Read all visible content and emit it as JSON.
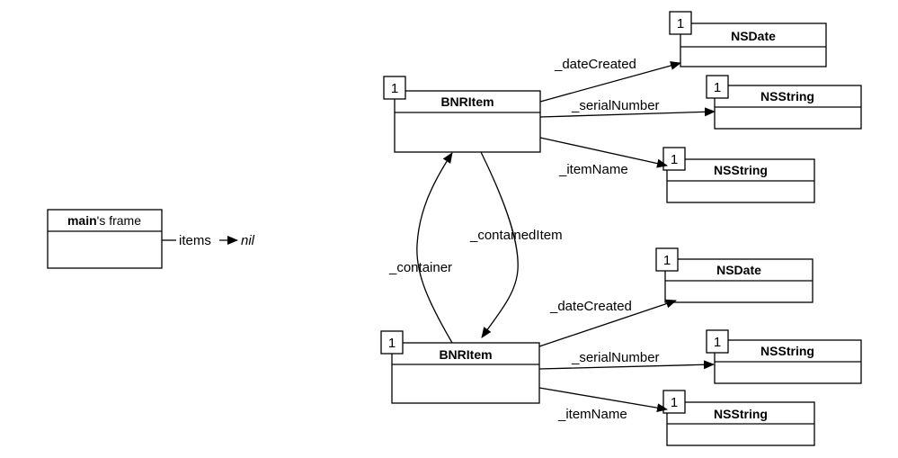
{
  "main_frame": {
    "title_bold": "main",
    "title_rest": "'s frame",
    "items_label": "items",
    "items_value": "nil"
  },
  "item_top": {
    "count": "1",
    "title": "BNRItem",
    "date_created": {
      "label": "_dateCreated",
      "count": "1",
      "title": "NSDate"
    },
    "serial_number": {
      "label": "_serialNumber",
      "count": "1",
      "title": "NSString"
    },
    "item_name": {
      "label": "_itemName",
      "count": "1",
      "title": "NSString"
    }
  },
  "item_bottom": {
    "count": "1",
    "title": "BNRItem",
    "date_created": {
      "label": "_dateCreated",
      "count": "1",
      "title": "NSDate"
    },
    "serial_number": {
      "label": "_serialNumber",
      "count": "1",
      "title": "NSString"
    },
    "item_name": {
      "label": "_itemName",
      "count": "1",
      "title": "NSString"
    }
  },
  "links": {
    "contained_item": "_containedItem",
    "container": "_container"
  }
}
